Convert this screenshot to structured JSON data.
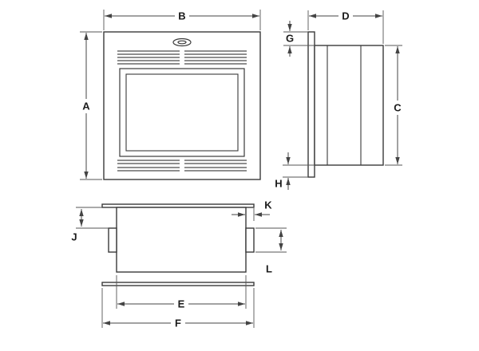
{
  "diagram": {
    "dimension_labels": {
      "A": "A",
      "B": "B",
      "C": "C",
      "D": "D",
      "E": "E",
      "F": "F",
      "G": "G",
      "H": "H",
      "J": "J",
      "K": "K",
      "L": "L"
    }
  },
  "colors": {
    "line": "#3a3a3a",
    "dimension_line": "#444444",
    "background": "#ffffff",
    "label_text": "#1c1c1c"
  }
}
